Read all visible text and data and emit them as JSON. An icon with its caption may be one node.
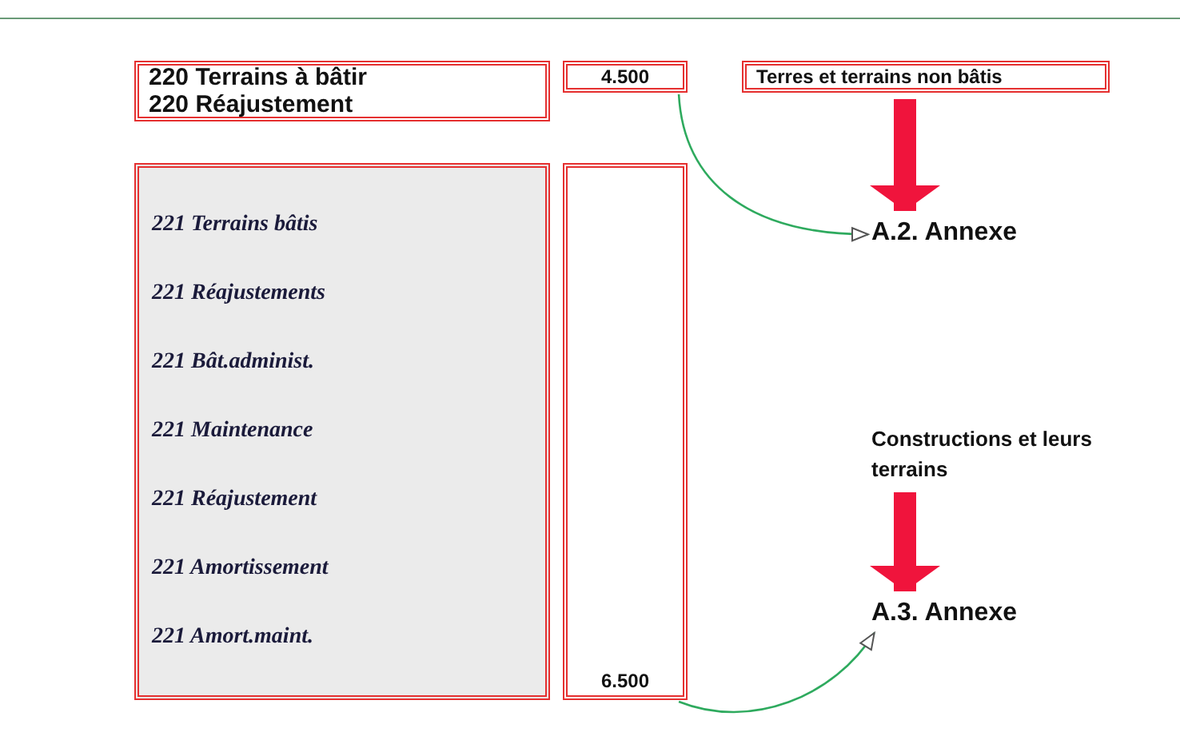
{
  "diagram": {
    "nodes": [
      {
        "text": [
          "220 Terrains à bâtir",
          "220 Réajustement"
        ]
      },
      {
        "text": [
          "4.500"
        ]
      },
      {
        "text": [
          "Terres et terrains non bâtis"
        ]
      },
      {
        "text": [
          "221 Terrains bâtis",
          "221 Réajustements",
          "221 Bât.administ.",
          "221 Maintenance",
          "221 Réajustement",
          "221 Amortissement",
          "221 Amort.maint."
        ]
      },
      {
        "text": [
          "6.500"
        ]
      },
      {
        "text": [
          "A.2. Annexe"
        ]
      },
      {
        "text": [
          "Constructions et leurs terrains"
        ]
      },
      {
        "text": [
          "A.3. Annexe"
        ]
      }
    ],
    "edges": [
      {
        "from": 1,
        "to": 5,
        "arrow": "to",
        "color": "#2eaa5e"
      },
      {
        "from": 2,
        "to": 5,
        "arrow": "to",
        "style": "thick",
        "color": "#f0143c"
      },
      {
        "from": 6,
        "to": 7,
        "arrow": "to",
        "style": "thick",
        "color": "#f0143c"
      },
      {
        "from": 4,
        "to": 7,
        "arrow": "to",
        "color": "#2eaa5e"
      }
    ]
  }
}
